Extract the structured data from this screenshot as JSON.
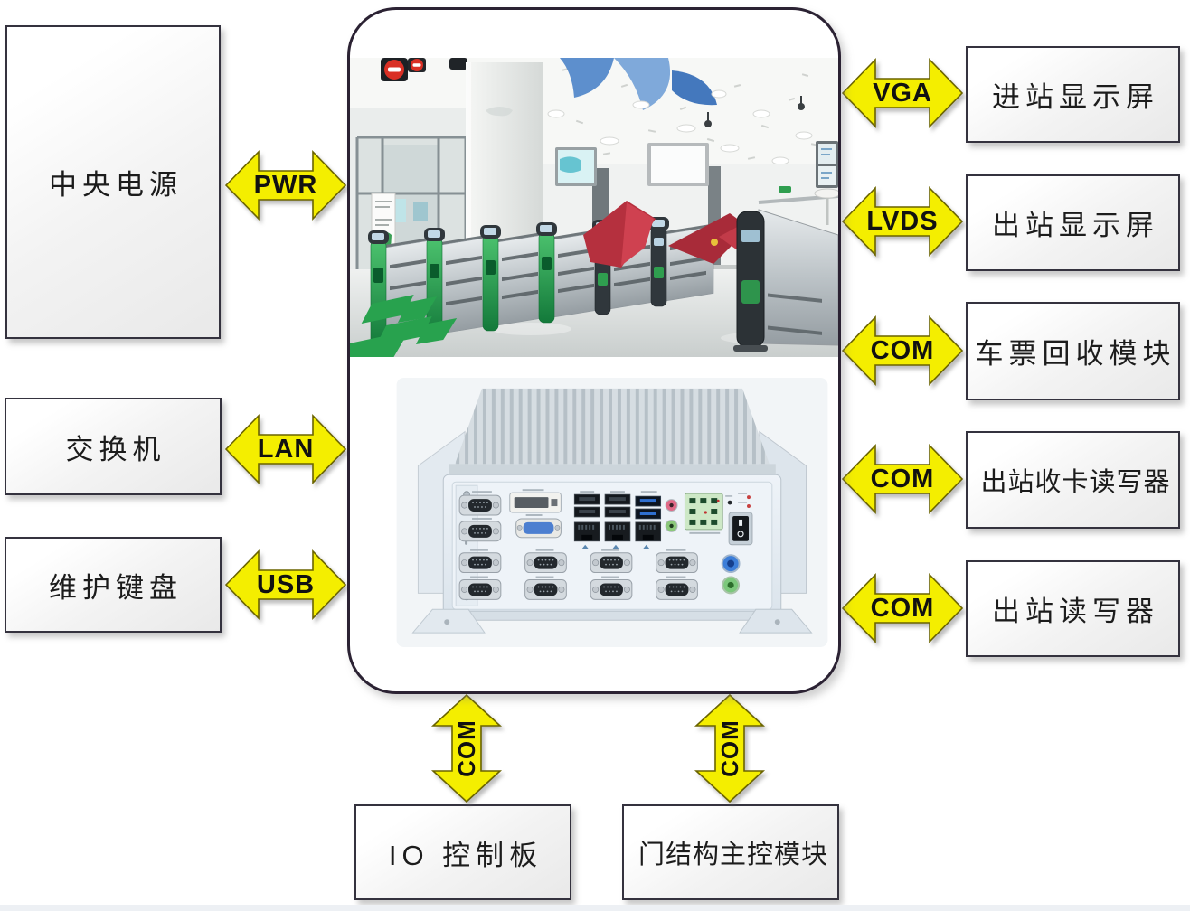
{
  "colors": {
    "canvas_bg": "#ffffff",
    "arrow_fill": "#f4ee00",
    "arrow_outline": "#6b6400",
    "arrow_label": "#111111",
    "box_border": "#34323e",
    "box_text": "#1c1c1c",
    "container_border": "#2b2233"
  },
  "left_nodes": [
    {
      "label": "中央电源",
      "connector": "PWR"
    },
    {
      "label": "交换机",
      "connector": "LAN"
    },
    {
      "label": "维护键盘",
      "connector": "USB"
    }
  ],
  "right_nodes": [
    {
      "label": "进站显示屏",
      "connector": "VGA"
    },
    {
      "label": "出站显示屏",
      "connector": "LVDS"
    },
    {
      "label": "车票回收模块",
      "connector": "COM"
    },
    {
      "label": "出站收卡读写器",
      "connector": "COM"
    },
    {
      "label": "出站读写器",
      "connector": "COM"
    }
  ],
  "bottom_nodes": [
    {
      "label": "IO 控制板",
      "connector": "COM"
    },
    {
      "label": "门结构主控模块",
      "connector": "COM"
    }
  ],
  "central": {
    "top_photo": "subway-station-fare-gates-photo",
    "bottom_photo": "fanless-industrial-computer-photo"
  }
}
